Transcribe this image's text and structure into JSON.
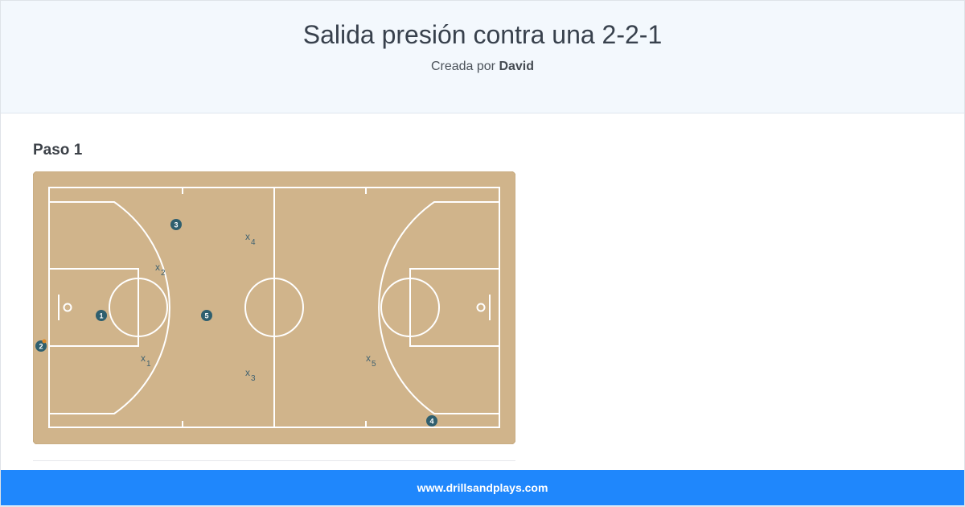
{
  "header": {
    "title": "Salida presión contra una 2-2-1",
    "byline_prefix": "Creada por",
    "author": "David"
  },
  "step": {
    "label": "Paso 1"
  },
  "court": {
    "colors": {
      "floor": "#d0b48b",
      "lines": "#ffffff",
      "offense": "#2f5f6e",
      "defense": "#3f6170",
      "ball": "#e08a2a"
    },
    "offense": [
      {
        "label": "1"
      },
      {
        "label": "2"
      },
      {
        "label": "3"
      },
      {
        "label": "4"
      },
      {
        "label": "5"
      }
    ],
    "defense": [
      {
        "mark": "x",
        "sub": "1"
      },
      {
        "mark": "x",
        "sub": "2"
      },
      {
        "mark": "x",
        "sub": "3"
      },
      {
        "mark": "x",
        "sub": "4"
      },
      {
        "mark": "x",
        "sub": "5"
      }
    ]
  },
  "footer": {
    "site": "www.drillsandplays.com"
  }
}
